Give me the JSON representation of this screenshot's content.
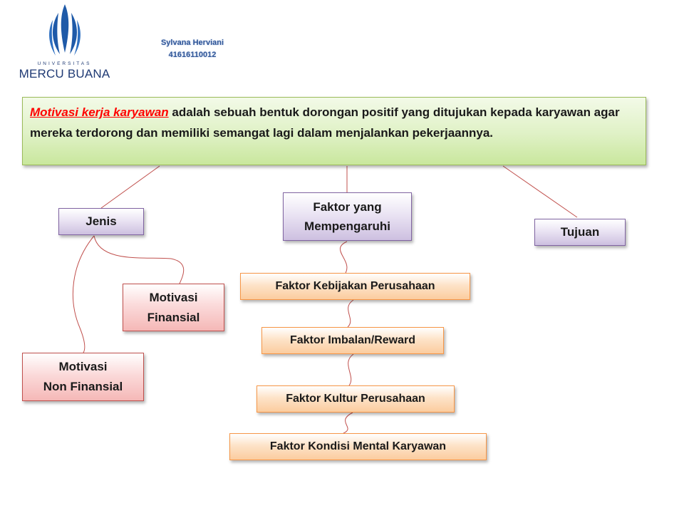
{
  "logo": {
    "line1": "UNIVERSITAS",
    "line2": "MERCU BUANA",
    "colors": {
      "blue": "#1f5aa8",
      "text": "#1f3a74"
    }
  },
  "author": {
    "name": "Sylvana Herviani",
    "id": "41616110012"
  },
  "definition": {
    "term": "Motivasi kerja karyawan",
    "text": " adalah sebuah bentuk dorongan positif yang ditujukan kepada karyawan agar mereka terdorong dan memiliki semangat lagi dalam menjalankan pekerjaannya."
  },
  "nodes": {
    "jenis": "Jenis",
    "faktor_line1": "Faktor yang",
    "faktor_line2": "Mempengaruhi",
    "tujuan": "Tujuan",
    "motivasi_finansial_line1": "Motivasi",
    "motivasi_finansial_line2": "Finansial",
    "motivasi_non_line1": "Motivasi",
    "motivasi_non_line2": "Non Finansial",
    "faktor_items": [
      "Faktor Kebijakan Perusahaan",
      "Faktor Imbalan/Reward",
      "Faktor Kultur Perusahaan",
      "Faktor Kondisi Mental Karyawan"
    ]
  },
  "colors": {
    "definition_fill": "#d7eebb",
    "definition_border": "#9bbb59",
    "term": "#ff0000",
    "purple_border": "#8064a2",
    "pink_border": "#c0504d",
    "orange_border": "#f79646",
    "connector": "#c0504d"
  }
}
